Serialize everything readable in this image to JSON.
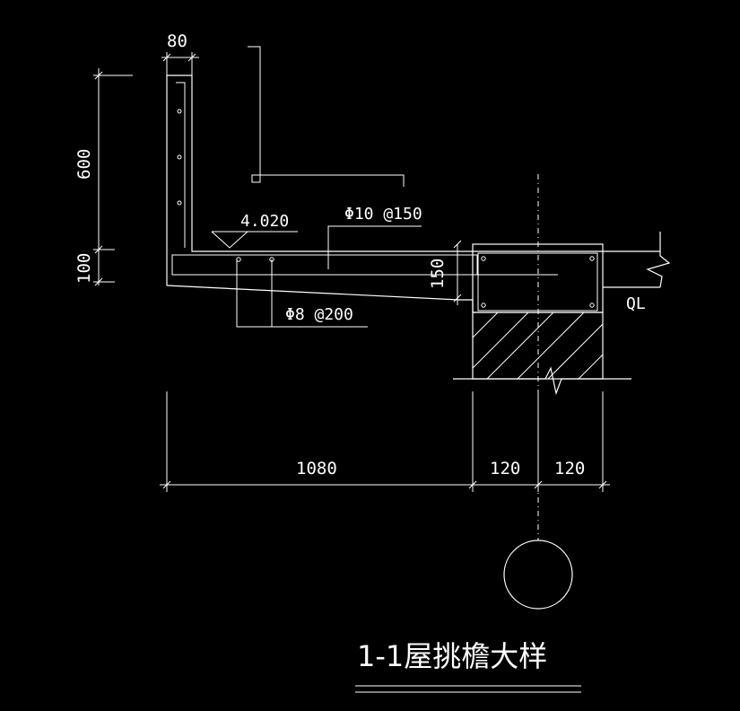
{
  "drawing": {
    "title": "1-1屋挑檐大样",
    "colors": {
      "background": "#000000",
      "lines": "#ffffff"
    }
  },
  "dimensions": {
    "parapet_width": "80",
    "parapet_height": "600",
    "slab_thickness": "100",
    "beam_depth": "150",
    "overhang_length": "1080",
    "half_wall_left": "120",
    "half_wall_right": "120"
  },
  "annotations": {
    "elevation": "4.020",
    "top_rebar": "Φ10 @150",
    "bottom_rebar": "Φ8 @200",
    "beam_label": "QL"
  }
}
